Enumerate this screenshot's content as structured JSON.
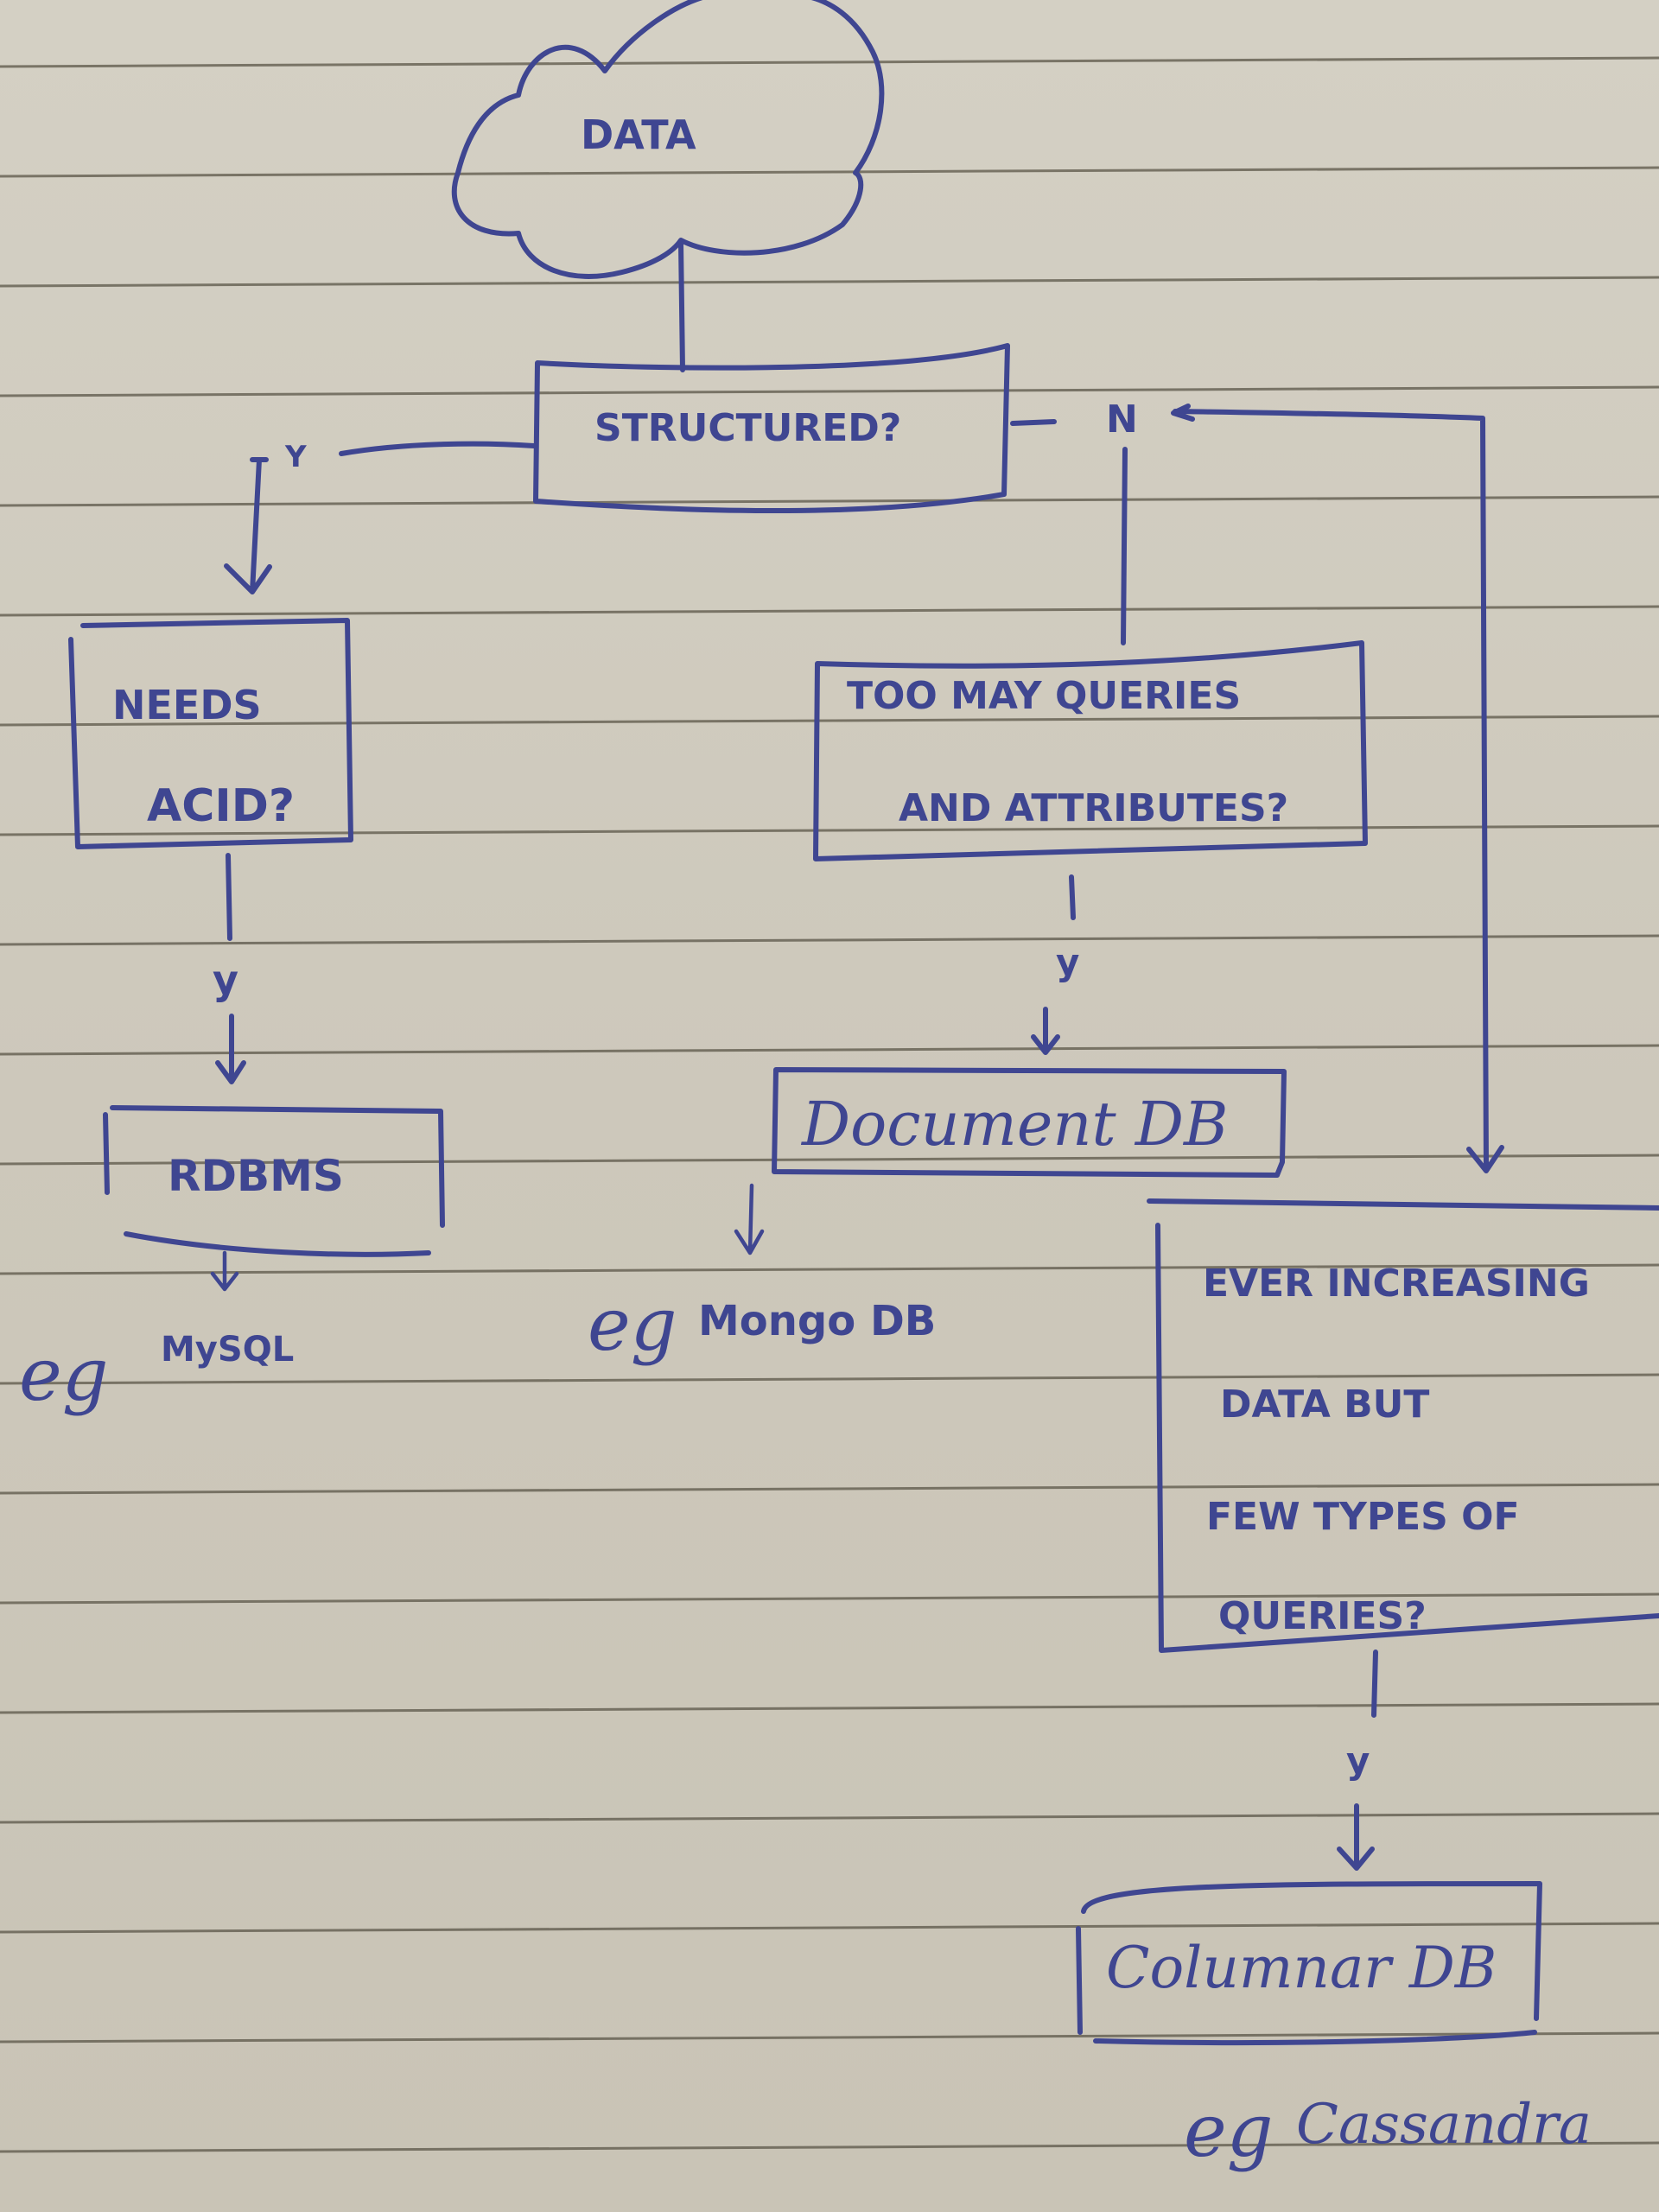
{
  "diagram": {
    "kind": "handwritten flowchart on ruled notebook paper",
    "colors": {
      "ink": "#3f4691",
      "paper": "#cfcabd",
      "rule": "#5b5648"
    },
    "nodes": {
      "data": {
        "label": "DATA",
        "shape": "cloud"
      },
      "structured": {
        "label": "STRUCTURED?",
        "shape": "decision-box"
      },
      "needs_acid": {
        "line1": "NEEDS",
        "line2": "ACID?",
        "shape": "decision-box"
      },
      "too_many": {
        "line1": "TOO MAY QUERIES",
        "line2": "AND ATTRIBUTES?",
        "shape": "decision-box"
      },
      "ever_increasing": {
        "line1": "EVER INCREASING",
        "line2": "DATA BUT",
        "line3": "FEW TYPES OF",
        "line4": "QUERIES?",
        "shape": "decision-box"
      },
      "rdbms": {
        "label": "RDBMS",
        "shape": "box"
      },
      "document_db": {
        "label": "Document DB",
        "shape": "box"
      },
      "columnar_db": {
        "label": "Columnar DB",
        "shape": "box"
      }
    },
    "examples": {
      "mysql": {
        "prefix": "eg",
        "label": "MySQL"
      },
      "mongodb": {
        "prefix": "eg",
        "label": "Mongo DB"
      },
      "cassandra": {
        "prefix": "eg",
        "label": "Cassandra"
      }
    },
    "edge_labels": {
      "structured_yes": "Y",
      "structured_no": "N",
      "acid_yes": "y",
      "too_many_yes": "y",
      "ever_increasing_yes": "y"
    },
    "edges": [
      {
        "from": "DATA",
        "to": "STRUCTURED?",
        "label": ""
      },
      {
        "from": "STRUCTURED?",
        "to": "NEEDS ACID?",
        "label": "Y"
      },
      {
        "from": "STRUCTURED?",
        "to": "TOO MAY QUERIES AND ATTRIBUTES?",
        "label": "N"
      },
      {
        "from": "STRUCTURED?",
        "to": "EVER INCREASING DATA BUT FEW TYPES OF QUERIES?",
        "label": "N"
      },
      {
        "from": "NEEDS ACID?",
        "to": "RDBMS",
        "label": "y"
      },
      {
        "from": "RDBMS",
        "to": "MySQL",
        "label": "eg"
      },
      {
        "from": "TOO MAY QUERIES AND ATTRIBUTES?",
        "to": "Document DB",
        "label": "y"
      },
      {
        "from": "Document DB",
        "to": "Mongo DB",
        "label": "eg"
      },
      {
        "from": "EVER INCREASING DATA BUT FEW TYPES OF QUERIES?",
        "to": "Columnar DB",
        "label": "y"
      },
      {
        "from": "Columnar DB",
        "to": "Cassandra",
        "label": "eg"
      }
    ]
  }
}
